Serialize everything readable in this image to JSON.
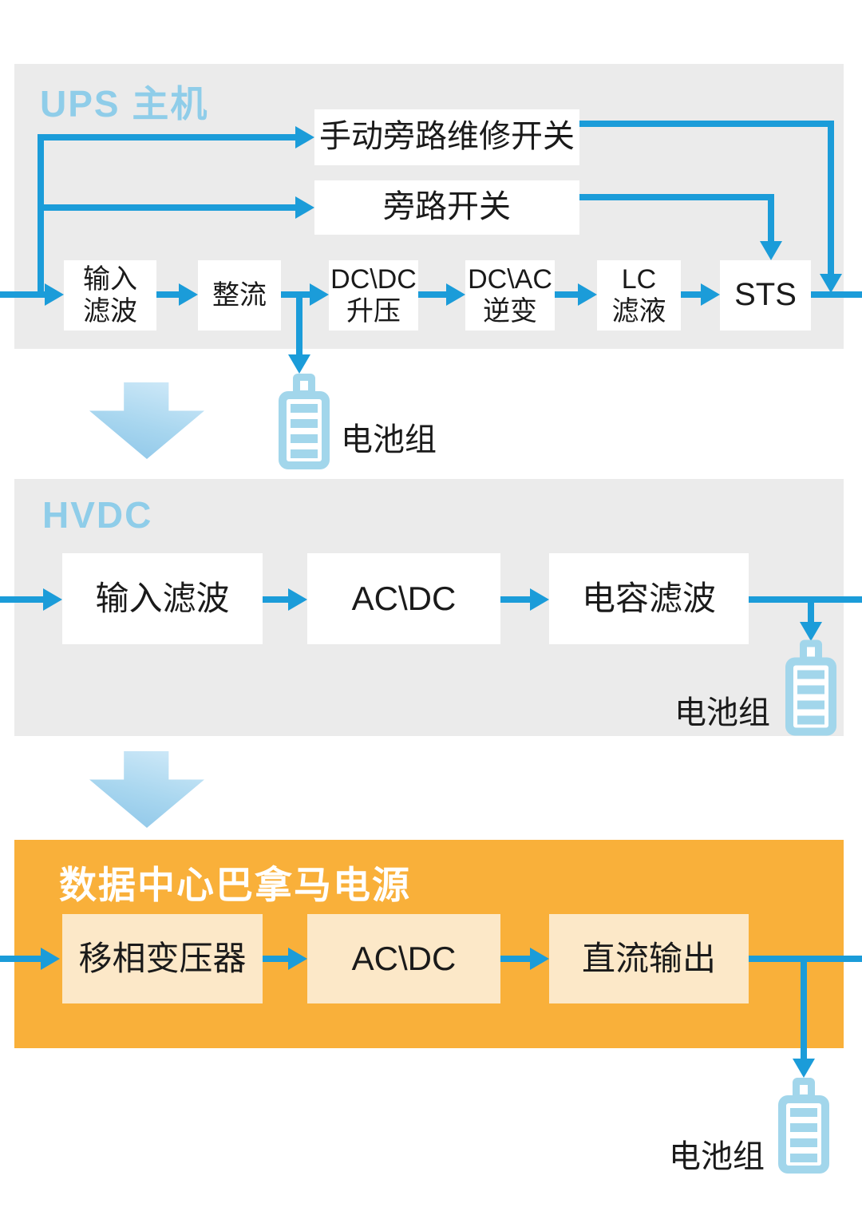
{
  "colors": {
    "flow_blue": "#1B9CD9",
    "panel_gray": "#EBEBEB",
    "panel_orange": "#F9B03A",
    "box_white": "#FFFFFF",
    "box_cream": "#FCE8C8",
    "title_light_blue": "#8FCDE9",
    "battery_blue": "#A2D6EB",
    "text_black": "#1A1A1A",
    "section_arrow_gradient": [
      "#D3EBF9",
      "#8CC5E8"
    ]
  },
  "icons": {
    "battery": "battery-icon",
    "section_flow": "block-arrow-down-icon",
    "flow_arrowhead": "arrowhead-icon"
  },
  "ups": {
    "title": "UPS 主机",
    "manual_bypass": "手动旁路维修开关",
    "bypass": "旁路开关",
    "input_filter": {
      "line1": "输入",
      "line2": "滤波"
    },
    "rectifier": "整流",
    "dcdc": {
      "line1": "DC\\DC",
      "line2": "升压"
    },
    "dcac": {
      "line1": "DC\\AC",
      "line2": "逆变"
    },
    "lc": {
      "line1": "LC",
      "line2": "滤液"
    },
    "sts": "STS",
    "battery_label": "电池组"
  },
  "hvdc": {
    "title": "HVDC",
    "input_filter": "输入滤波",
    "acdc": "AC\\DC",
    "cap_filter": "电容滤波",
    "battery_label": "电池组"
  },
  "panama": {
    "title": "数据中心巴拿马电源",
    "phase_transformer": "移相变压器",
    "acdc": "AC\\DC",
    "dc_output": "直流输出",
    "battery_label": "电池组"
  }
}
